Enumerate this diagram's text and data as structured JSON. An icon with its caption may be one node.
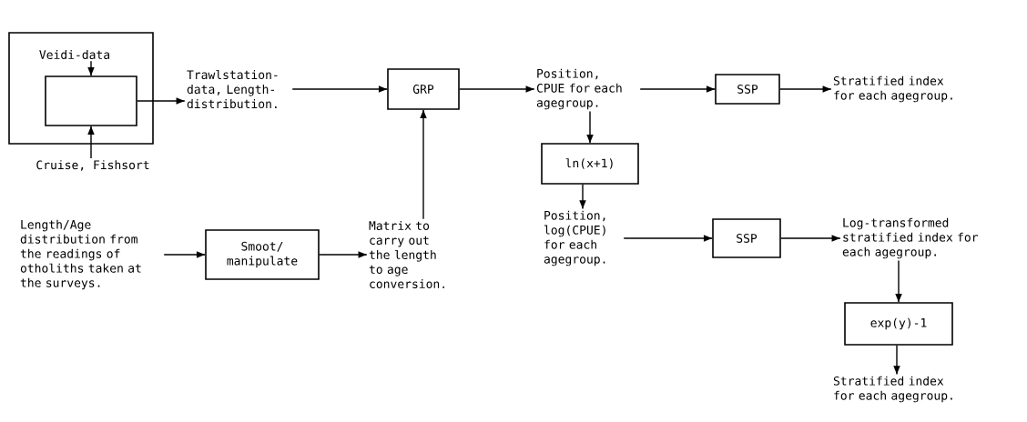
{
  "diagram": {
    "nodes": [
      {
        "text": [],
        "shape": "box"
      },
      {
        "text": [
          "Veidi-data"
        ],
        "in": 0
      },
      {
        "text": [],
        "shape": "box",
        "in": 0
      },
      {
        "text": [
          "Cruise, Fishsort"
        ]
      },
      {
        "text": [
          "Trawlstation-data, Length-distribution."
        ]
      },
      {
        "text": [
          "GRP"
        ]
      },
      {
        "text": [
          "Position, CPUE for each agegroup."
        ]
      },
      {
        "text": [
          "SSP"
        ]
      },
      {
        "text": [
          "Stratified index for each agegroup."
        ]
      },
      {
        "text": [
          "ln(x+1)"
        ]
      },
      {
        "text": [
          "Position, log(CPUE) for each agegroup."
        ]
      },
      {
        "text": [
          "SSP"
        ]
      },
      {
        "text": [
          "Log-transformed stratified index for each agegroup."
        ]
      },
      {
        "text": [
          "exp(y)-1"
        ]
      },
      {
        "text": [
          "Stratified index for each agegroup."
        ]
      },
      {
        "text": [
          "Length/Age distribution from the readings of otholiths taken at the surveys."
        ]
      },
      {
        "text": [
          "Smoot/ manipulate"
        ]
      },
      {
        "text": [
          "Matrix to carry out the length to age conversion."
        ]
      }
    ],
    "edges": [
      {
        "from": 1,
        "to": 2,
        "arrow": "to"
      },
      {
        "from": 3,
        "to": 2,
        "arrow": "to"
      },
      {
        "from": 2,
        "to": 4,
        "arrow": "to"
      },
      {
        "from": 4,
        "to": 5,
        "arrow": "to"
      },
      {
        "from": 5,
        "to": 6,
        "arrow": "to"
      },
      {
        "from": 6,
        "to": 7,
        "arrow": "to"
      },
      {
        "from": 7,
        "to": 8,
        "arrow": "to"
      },
      {
        "from": 6,
        "to": 9,
        "arrow": "to"
      },
      {
        "from": 9,
        "to": 10,
        "arrow": "to"
      },
      {
        "from": 10,
        "to": 11,
        "arrow": "to"
      },
      {
        "from": 11,
        "to": 12,
        "arrow": "to"
      },
      {
        "from": 12,
        "to": 13,
        "arrow": "to"
      },
      {
        "from": 13,
        "to": 14,
        "arrow": "to"
      },
      {
        "from": 15,
        "to": 16,
        "arrow": "to"
      },
      {
        "from": 16,
        "to": 17,
        "arrow": "to"
      },
      {
        "from": 17,
        "to": 5,
        "arrow": "to"
      }
    ]
  }
}
